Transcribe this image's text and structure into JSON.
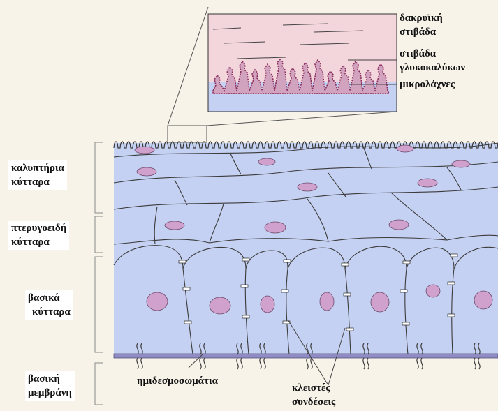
{
  "labels": {
    "tear_layer": [
      "δακρυϊκή",
      "στιβάδα"
    ],
    "glycocalyx_layer": [
      "στιβάδα",
      "γλυκοκαλύκων"
    ],
    "microvilli": "μικρολάχνες",
    "superficial_cells": [
      "καλυπτήρια",
      "κύτταρα"
    ],
    "wing_cells": [
      "πτερυγοειδή",
      "κύτταρα"
    ],
    "basal_cells": [
      "βασικά",
      "κύτταρα"
    ],
    "basement_membrane": [
      "βασική",
      "μεμβράνη"
    ],
    "hemidesmosomes": "ημιδεσμοσωμάτια",
    "tight_junctions": [
      "κλειστές",
      "συνδέσεις"
    ]
  },
  "colors": {
    "background": "#f8f3e9",
    "cell_fill": "#c5d1f2",
    "cell_stroke": "#3b3b3b",
    "nucleus": "#cfa1cc",
    "tear_film": "#f3d5dc",
    "membrane": "#8f8cc4"
  }
}
